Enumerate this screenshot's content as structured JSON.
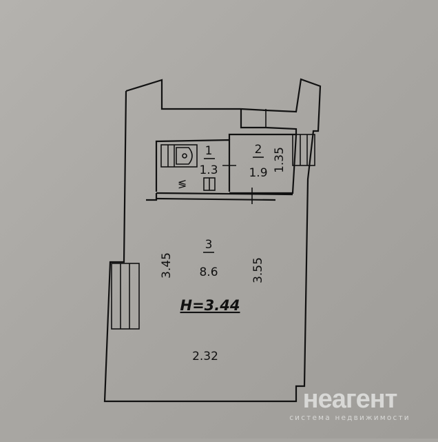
{
  "plan": {
    "rooms": [
      {
        "number": "1",
        "area": "1.3"
      },
      {
        "number": "2",
        "area": "1.9",
        "dimension": "1.35"
      },
      {
        "number": "3",
        "area": "8.6",
        "dim_left": "3.45",
        "dim_right": "3.55",
        "dim_bottom": "2.32"
      }
    ],
    "ceiling_height": "H=3.44"
  },
  "watermark": {
    "brand": "неагент",
    "tagline": "система недвижимости"
  }
}
